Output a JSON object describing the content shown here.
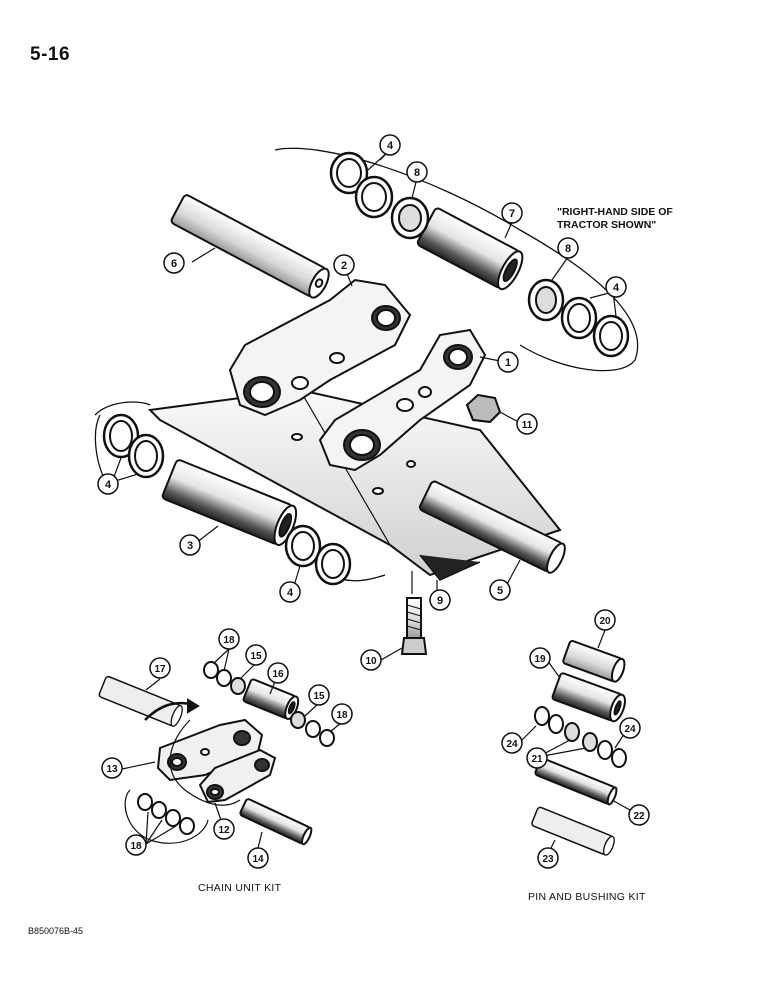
{
  "page_number": "5-16",
  "note": "\"RIGHT-HAND SIDE OF TRACTOR SHOWN\"",
  "kit_labels": {
    "chain_unit": "CHAIN UNIT KIT",
    "pin_bushing": "PIN AND BUSHING KIT"
  },
  "figure_code": "B850076B-45",
  "callouts": [
    "1",
    "2",
    "3",
    "4",
    "5",
    "6",
    "7",
    "8",
    "9",
    "10",
    "11",
    "12",
    "13",
    "14",
    "15",
    "16",
    "17",
    "18",
    "19",
    "20",
    "21",
    "22",
    "23",
    "24"
  ]
}
